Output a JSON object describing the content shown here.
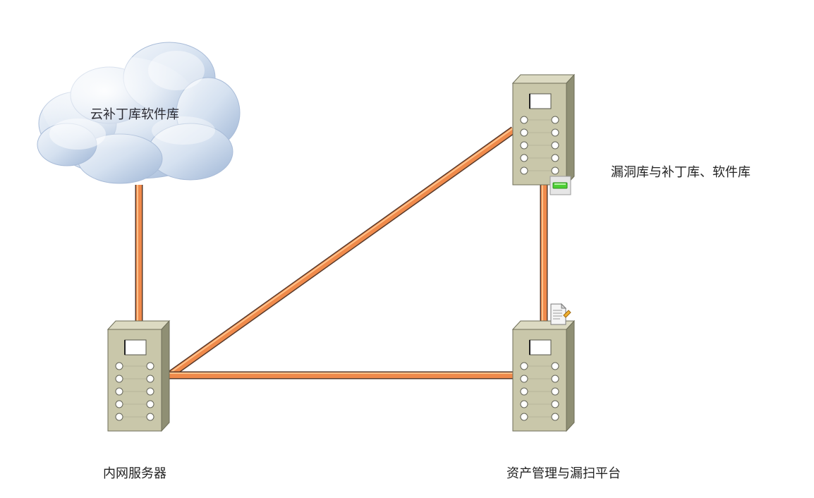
{
  "nodes": {
    "cloud": {
      "label": "云补丁库软件库"
    },
    "vuln_server": {
      "label": "漏洞库与补丁库、软件库"
    },
    "intranet_server": {
      "label": "内网服务器"
    },
    "asset_server": {
      "label": "资产管理与漏扫平台"
    }
  },
  "colors": {
    "link_main": "#f08a4b",
    "link_highlight": "#ffc28a",
    "link_shadow": "#5a3a2a",
    "server_face": "#c8c6a8",
    "server_side": "#8a8a70",
    "cloud_fill": "#c4d4ea"
  }
}
